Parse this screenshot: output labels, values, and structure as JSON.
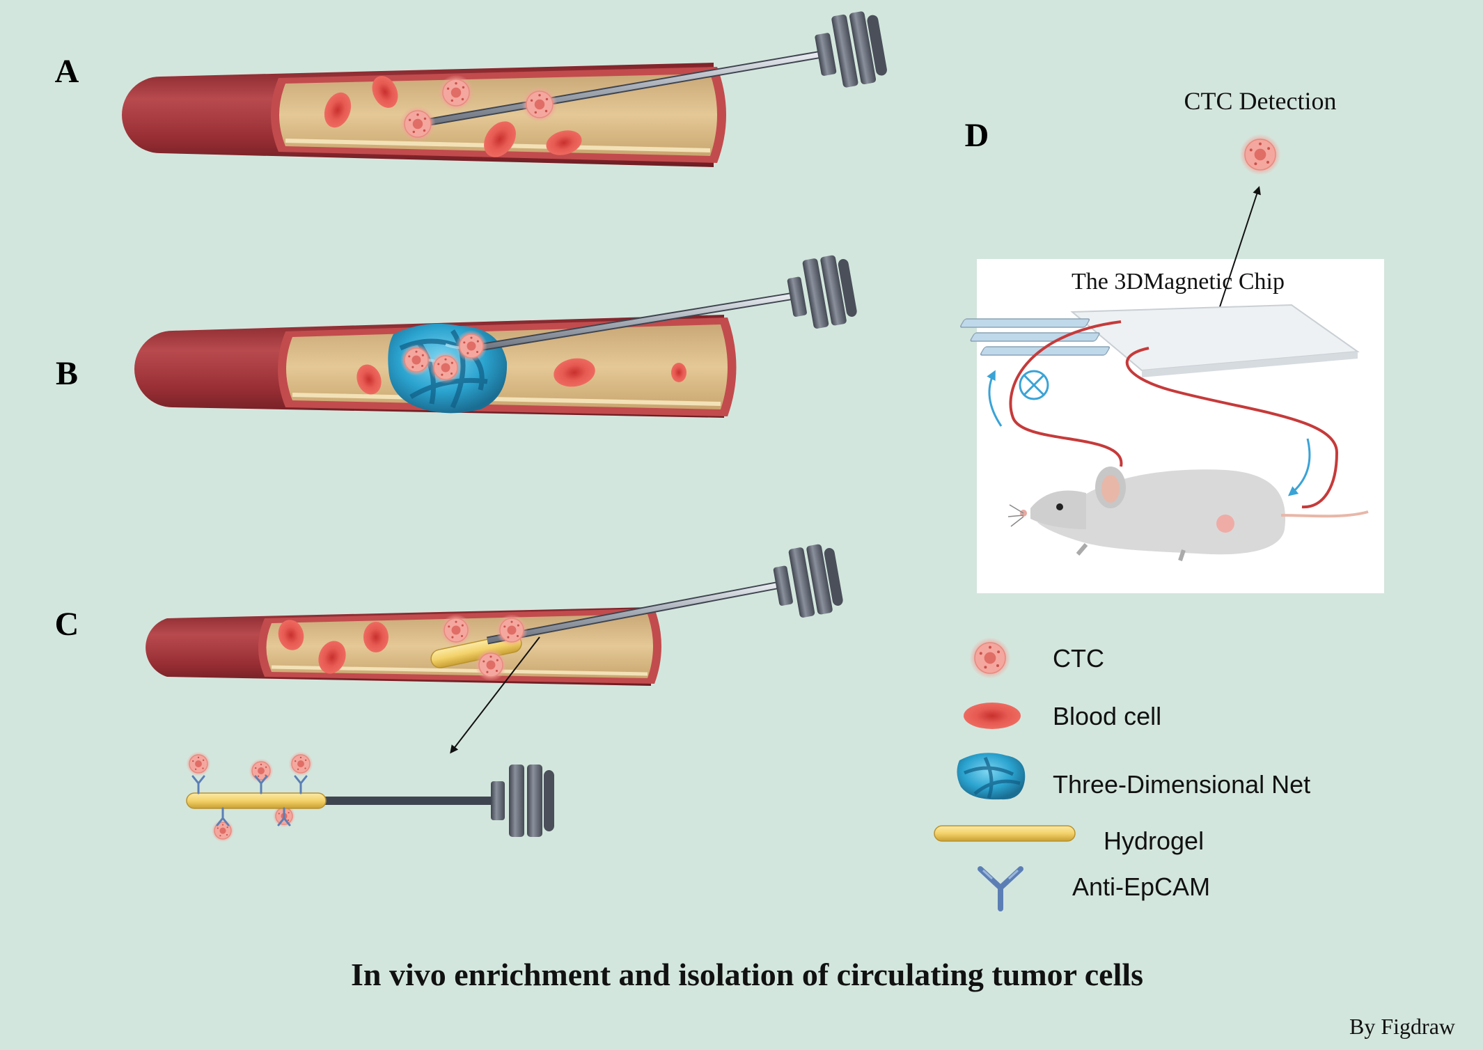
{
  "panels": {
    "a_label": "A",
    "b_label": "B",
    "c_label": "C",
    "d_label": "D"
  },
  "panel_d": {
    "detection_label": "CTC Detection",
    "chip_label": "The 3DMagnetic Chip"
  },
  "legend": {
    "ctc": "CTC",
    "blood_cell": "Blood cell",
    "net": "Three-Dimensional Net",
    "hydrogel": "Hydrogel",
    "antibody": "Anti-EpCAM"
  },
  "title": "In vivo enrichment and isolation of circulating tumor cells",
  "credit": "By Figdraw",
  "colors": {
    "background": "#d3e6dd",
    "vessel_wall": "#a8383e",
    "vessel_lumen": "#dcbf8c",
    "blood_cell": "#e0504c",
    "ctc": "#f2a39a",
    "net": "#2aa3cf",
    "hydrogel": "#f3d577",
    "antibody": "#5b7fb5",
    "needle": "#a4aab4",
    "plunger": "#5c6270"
  }
}
